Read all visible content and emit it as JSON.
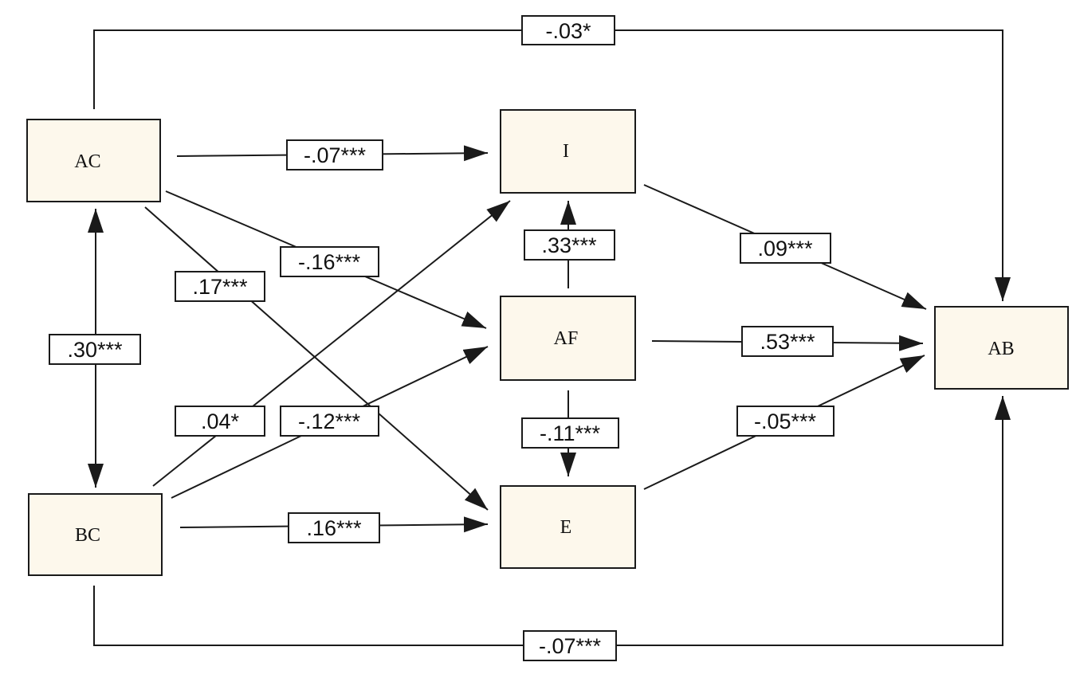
{
  "nodes": {
    "ac": "AC",
    "bc": "BC",
    "i": "I",
    "af": "AF",
    "e": "E",
    "ab": "AB"
  },
  "paths": {
    "ac_ab": "-.03*",
    "ac_i": "-.07***",
    "ac_af": "-.16***",
    "ac_e": ".17***",
    "ac_bc": ".30***",
    "bc_i": ".04*",
    "bc_af": "-.12***",
    "bc_e": ".16***",
    "bc_ab": "-.07***",
    "af_i": ".33***",
    "af_e": "-.11***",
    "i_ab": ".09***",
    "af_ab": ".53***",
    "e_ab": "-.05***"
  },
  "colors": {
    "node_fill": "#fdf8ec",
    "stroke": "#1a1a1a"
  }
}
